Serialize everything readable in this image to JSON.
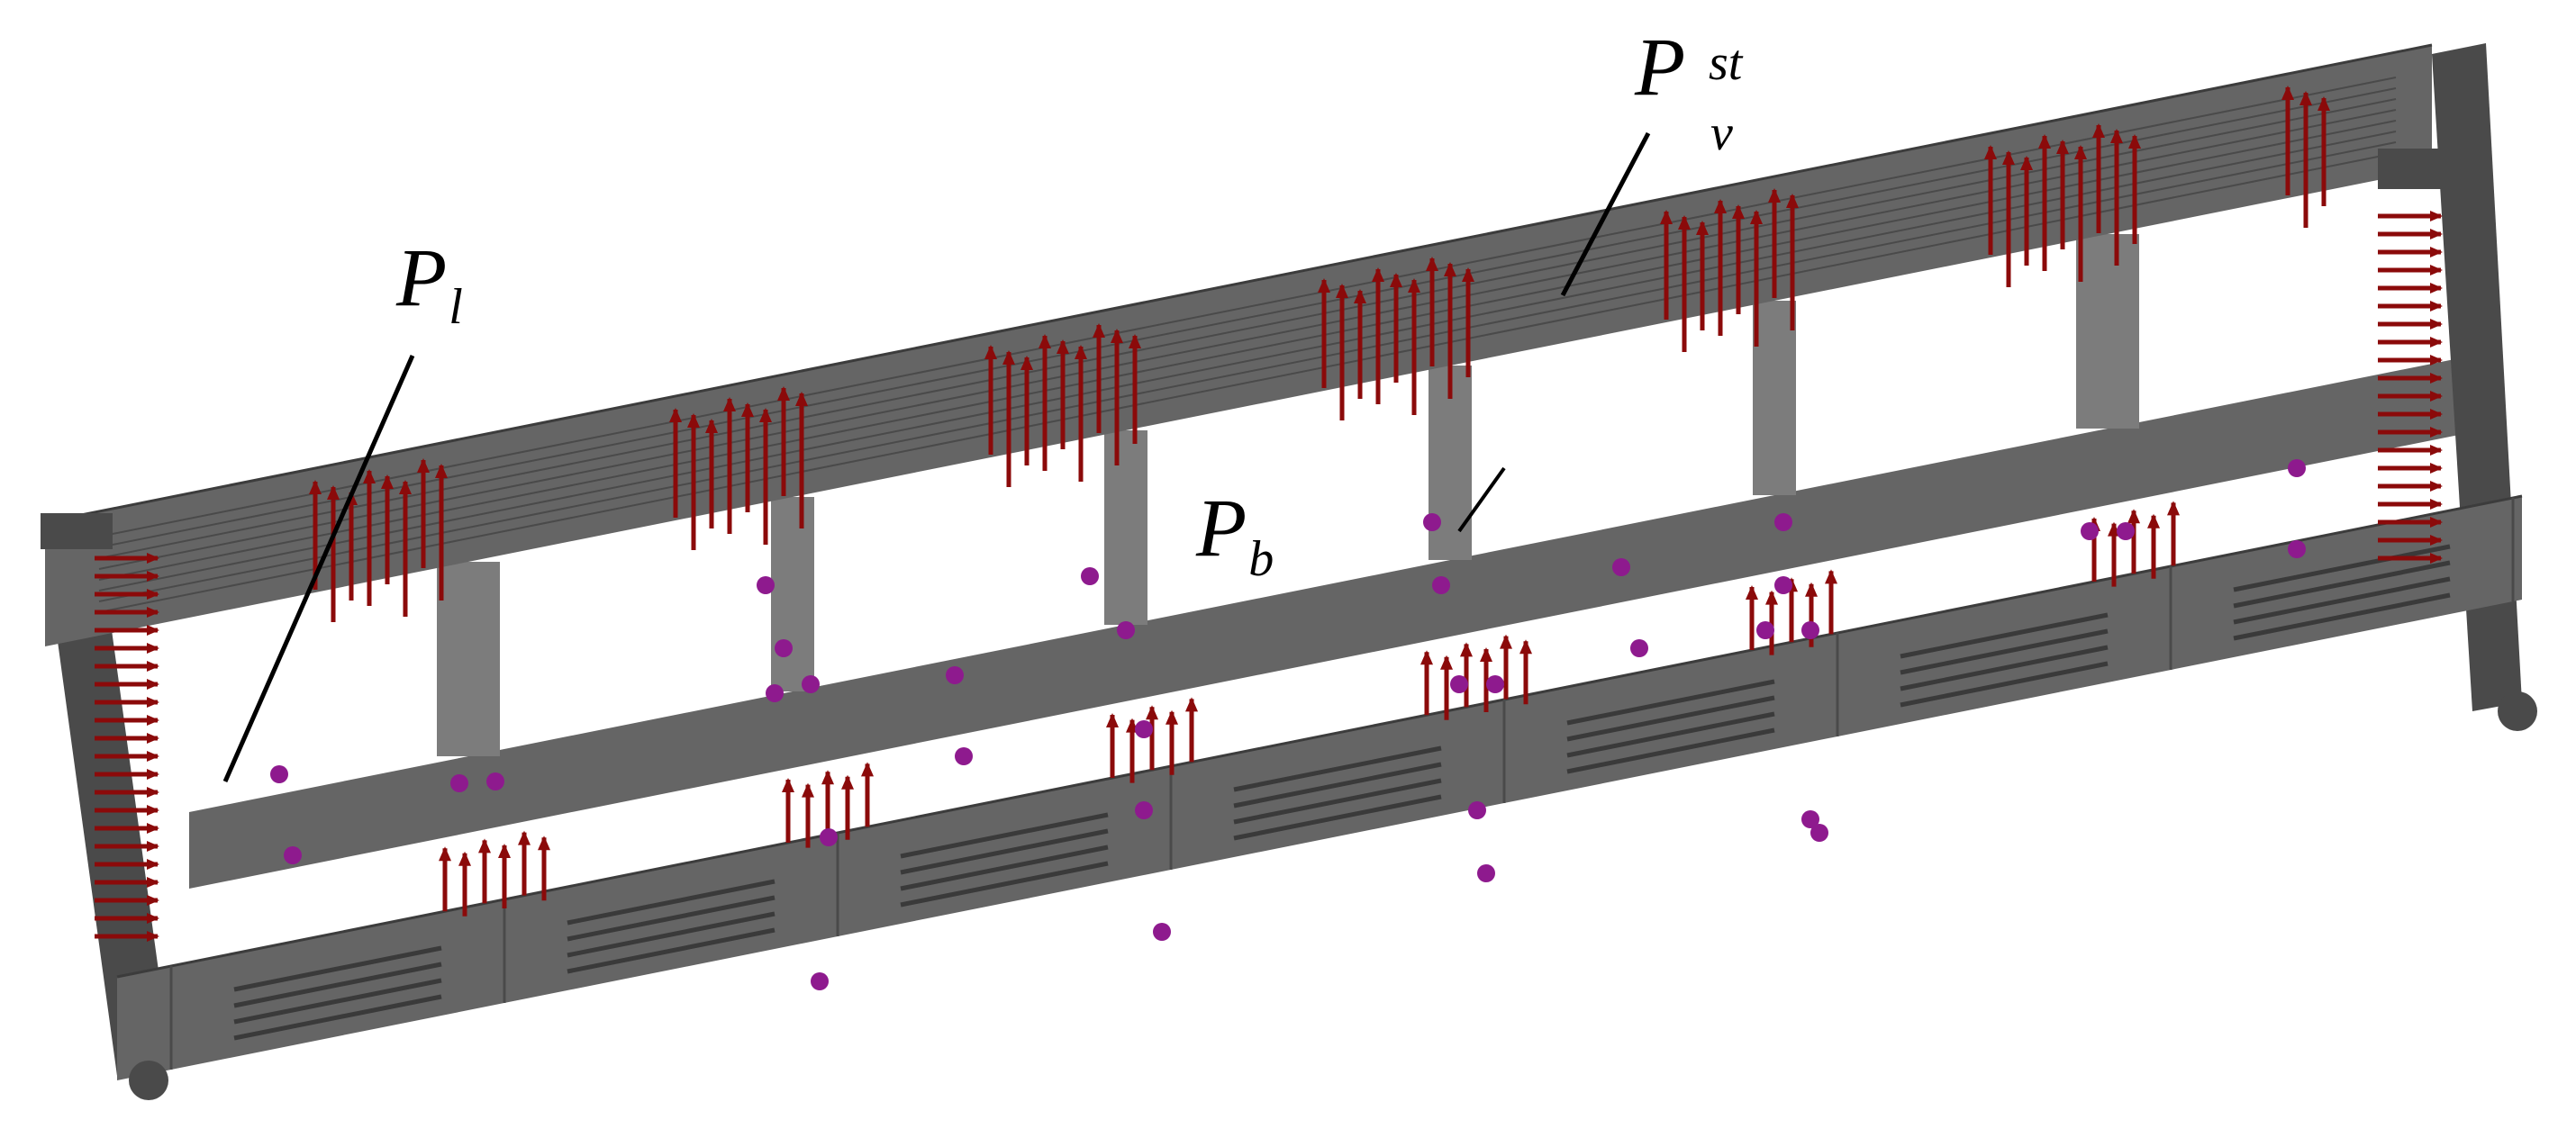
{
  "figure": {
    "labels": {
      "pl": {
        "main": "P",
        "sub": "l"
      },
      "pb": {
        "main": "P",
        "sub": "b"
      },
      "pv": {
        "main": "P",
        "sup": "st",
        "sub": "v"
      }
    },
    "colors": {
      "frame": "#656565",
      "frame_dark": "#4a4a4a",
      "frame_light": "#7c7c7c",
      "load_arrow": "#8b0a0a",
      "node_marker": "#8e1a8e",
      "leader": "#000000"
    }
  }
}
